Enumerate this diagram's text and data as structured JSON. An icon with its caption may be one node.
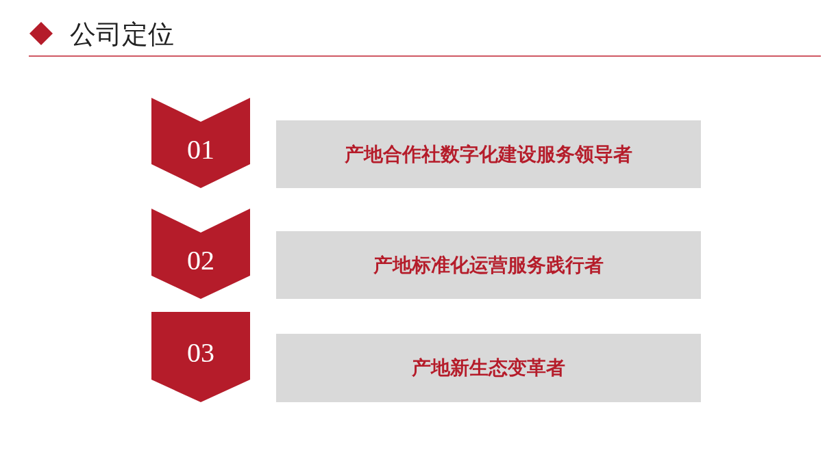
{
  "diagram": {
    "title": "公司定位",
    "nodes": [
      {
        "text": [
          "01"
        ]
      },
      {
        "text": [
          "产地合作社数字化建设服务领导者"
        ]
      },
      {
        "text": [
          "02"
        ]
      },
      {
        "text": [
          "产地标准化运营服务践行者"
        ]
      },
      {
        "text": [
          "03"
        ]
      },
      {
        "text": [
          "产地新生态变革者"
        ]
      }
    ]
  }
}
